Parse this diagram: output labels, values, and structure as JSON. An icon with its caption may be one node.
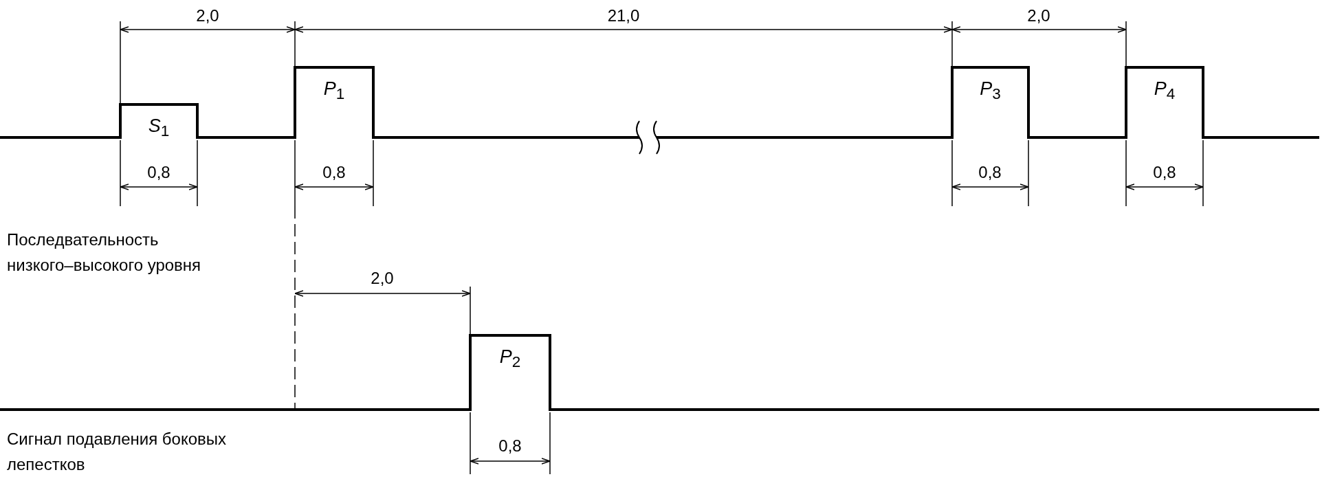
{
  "diagram": {
    "nodes": [
      {
        "text": [
          "*S*$_{1}$"
        ]
      },
      {
        "text": [
          "*P*$_{1}$"
        ]
      },
      {
        "text": [
          "*P*$_{3}$"
        ]
      },
      {
        "text": [
          "*P*$_{4}$"
        ]
      },
      {
        "text": [
          "*P*$_{2}$"
        ]
      }
    ],
    "labels": [
      "2,0",
      "21,0",
      "2,0",
      "0,8",
      "0,8",
      "0,8",
      "0,8",
      "Последвательность низкого–высокого уровня",
      "2,0",
      "0,8",
      "Сигнал подавления боковых лепестков"
    ]
  }
}
